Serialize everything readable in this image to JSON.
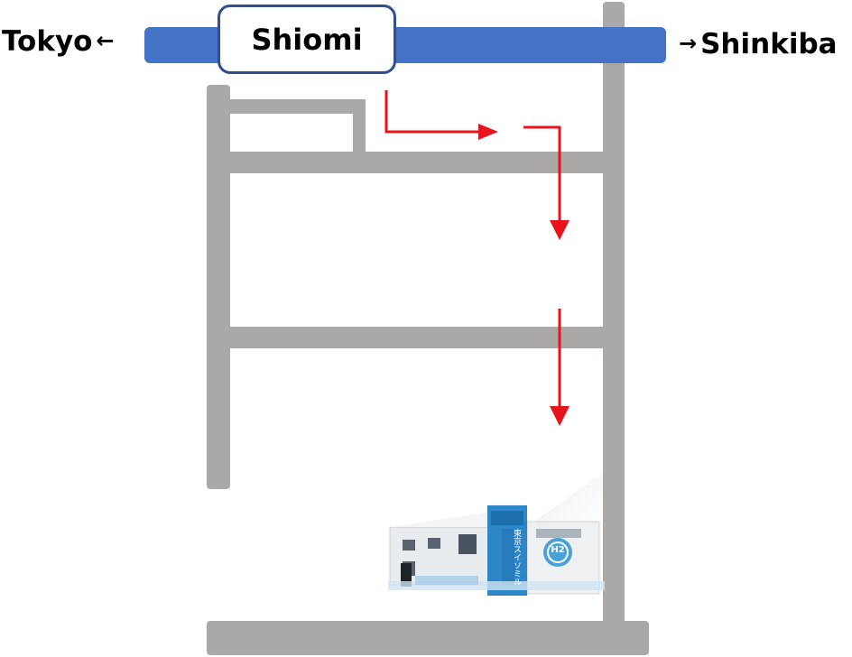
{
  "rail": {
    "station_name": "Shiomi",
    "left_destination": "Tokyo",
    "right_destination": "Shinkiba",
    "left_arrow_glyph": "←",
    "right_arrow_glyph": "→",
    "color": "#4472c4"
  },
  "roads": {
    "color": "#aba8a8"
  },
  "route": {
    "color": "#e8141c"
  },
  "building": {
    "sign_text": "東京スイソミル",
    "emblem": "H2"
  }
}
